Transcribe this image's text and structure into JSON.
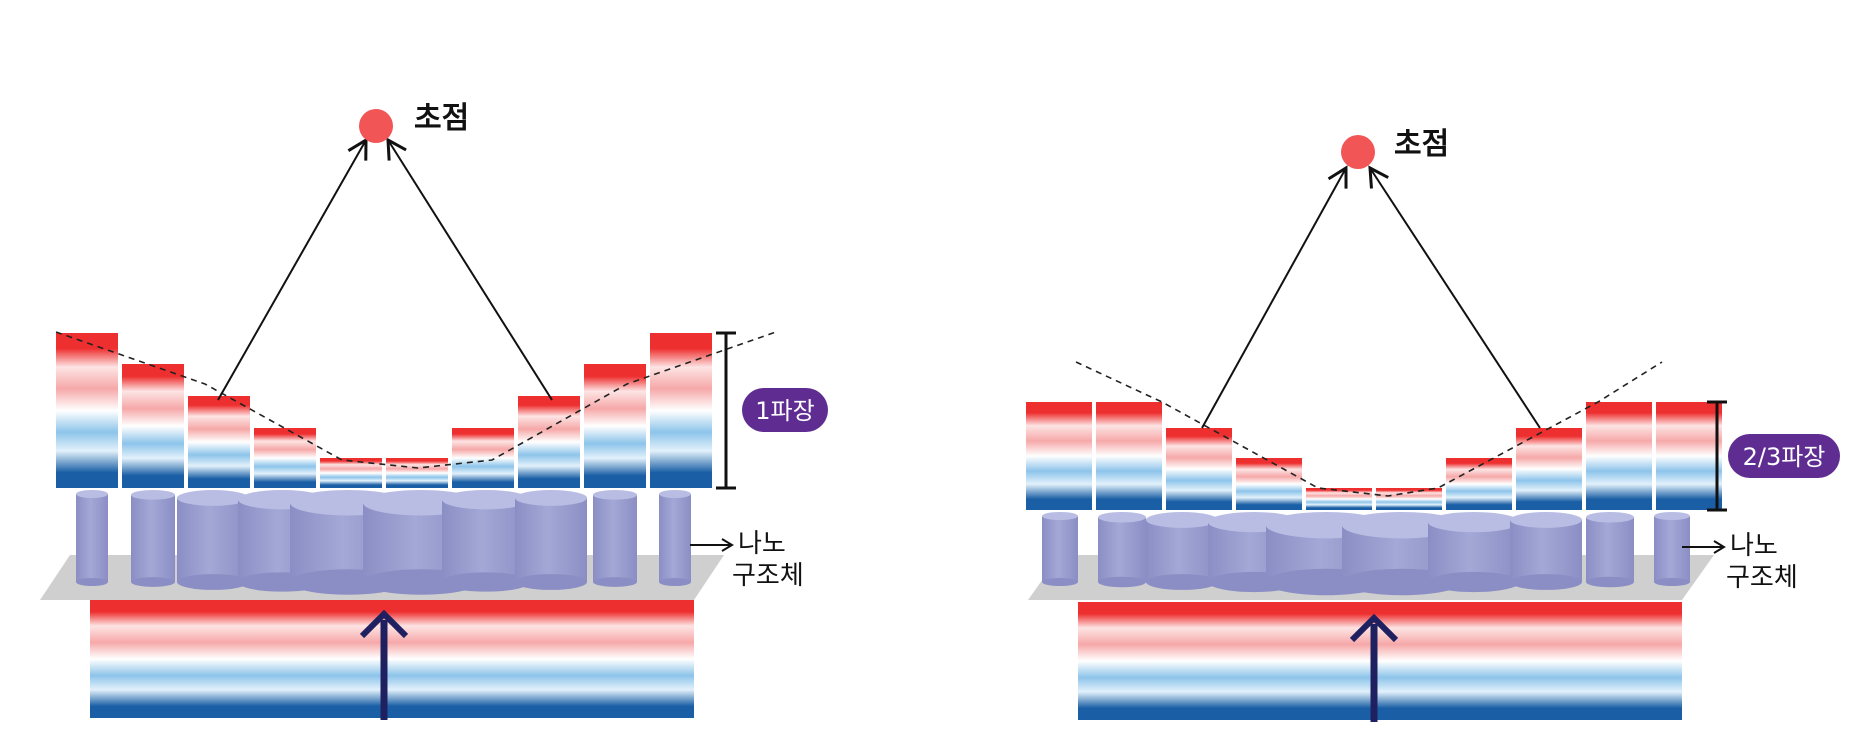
{
  "colors": {
    "red": "#ee2f2f",
    "blue": "#1a5fa5",
    "lightblue": "#6fb4e2",
    "pink": "#f8b9b9",
    "pillar": "#9fa3d1",
    "pillar_dark": "#8a8ec4",
    "pillar_top": "#b9bde4",
    "substrate": "#cfcfcf",
    "badge": "#5f2d92",
    "focus": "#f25555",
    "arrow": "#1f2060"
  },
  "panels": [
    {
      "name": "one-wavelength",
      "focus_label": "초점",
      "nano_label_line1": "나노",
      "nano_label_line2": "구조체",
      "badge_label": "1파장"
    },
    {
      "name": "two-thirds-wavelength",
      "focus_label": "초점",
      "nano_label_line1": "나노",
      "nano_label_line2": "구조체",
      "badge_label": "2/3파장"
    }
  ]
}
